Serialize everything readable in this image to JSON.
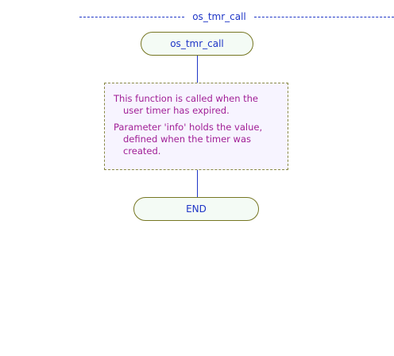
{
  "diagram": {
    "title": "os_tmr_call",
    "start_label": "os_tmr_call",
    "end_label": "END",
    "comment": {
      "paragraph_1": "This function is called when the user timer has expired.",
      "paragraph_2": "Parameter 'info' holds the value, defined when the timer was created."
    }
  }
}
